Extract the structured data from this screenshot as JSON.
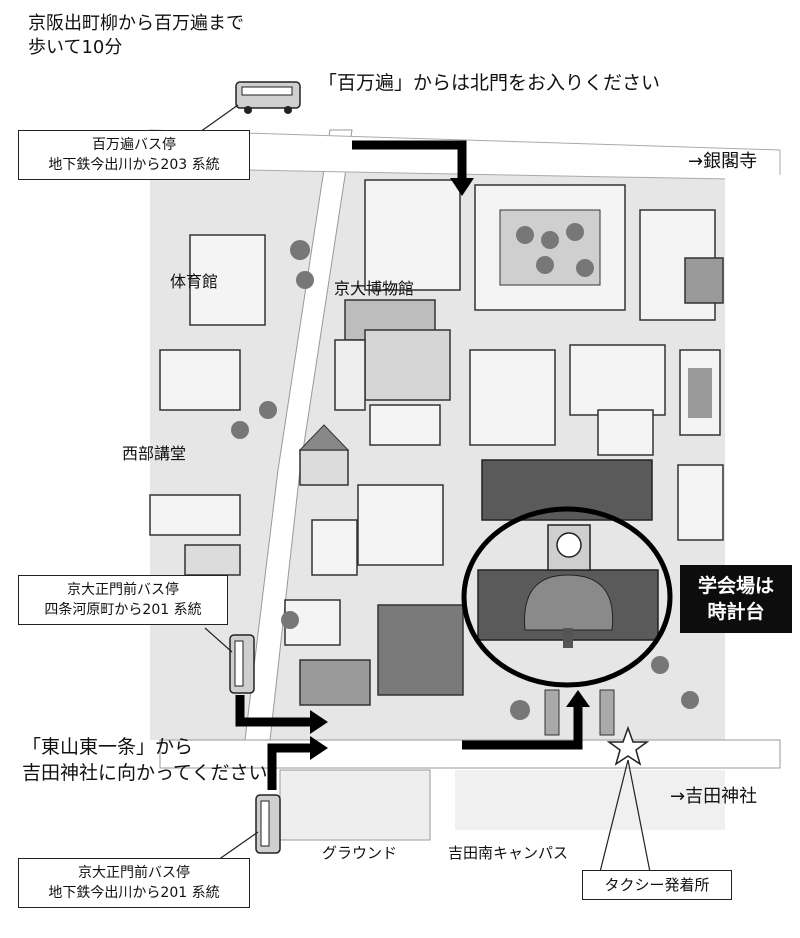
{
  "top_note": [
    "京阪出町柳から百万遍まで",
    "歩いて10分"
  ],
  "north_gate_note": "「百万遍」からは北門をお入りください",
  "east_gin": "→銀閣寺",
  "east_yoshida": "→吉田神社",
  "bus_stops": {
    "hyakumanben": [
      "百万遍バス停",
      "地下鉄今出川から203 系統"
    ],
    "seimon_1": [
      "京大正門前バス停",
      "四条河原町から201 系統"
    ],
    "seimon_2": [
      "京大正門前バス停",
      "地下鉄今出川から201 系統"
    ]
  },
  "landmarks": {
    "gym": "体育館",
    "museum": "京大博物館",
    "west_hall": "西部講堂",
    "ground": "グラウンド",
    "south_campus": "吉田南キャンパス",
    "taxi": "タクシー発着所"
  },
  "venue": [
    "学会場は",
    "時計台"
  ],
  "higashiyama_note": [
    "「東山東一条」から",
    "吉田神社に向かってください"
  ]
}
